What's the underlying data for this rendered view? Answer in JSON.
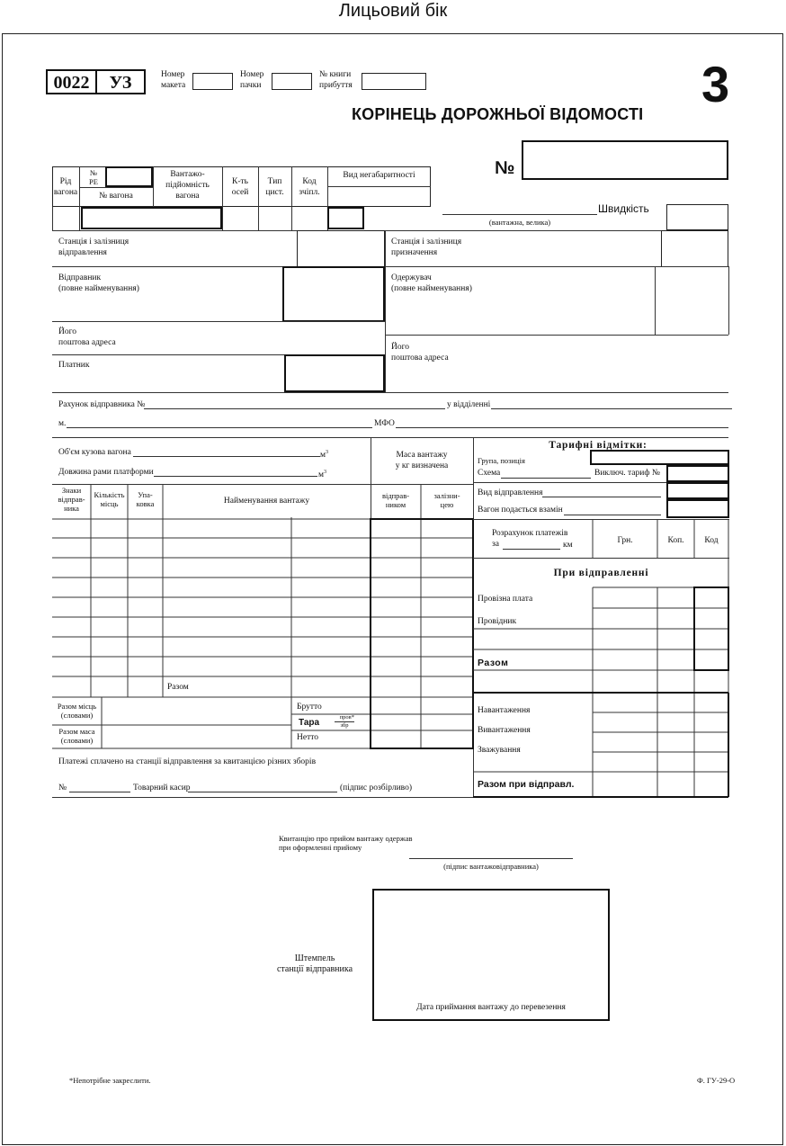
{
  "page_side": "Лицьовий бік",
  "header": {
    "code": "0022",
    "railway": "УЗ",
    "layout_no_label": "Номер\nмакета",
    "pack_no_label": "Номер\nпачки",
    "arrival_book_label": "№ книги\nприбуття",
    "copy_number": "3",
    "title": "КОРІНЕЦЬ ДОРОЖНЬОЇ  ВІДОМОСТІ",
    "no_sign": "№"
  },
  "wagon_table": {
    "kind_label": "Рід\nвагона",
    "pe_label": "№\nРЕ",
    "wagon_no_label": "№ вагона",
    "capacity_label": "Вантажо-\nпідйомність\nвагона",
    "axles_label": "К-ть\nосей",
    "tank_type_label": "Тип\nцист.",
    "coupling_code_label": "Код\nзчіпл.",
    "oversize_label": "Вид негабаритності"
  },
  "speed": {
    "label": "Швидкість",
    "hint": "(вантажна, велика)"
  },
  "parties": {
    "dep_station": "Станція і залізниця\nвідправлення",
    "dest_station": "Станція і залізниця\nпризначення",
    "sender": "Відправник\n(повне найменування)",
    "receiver": "Одержувач\n(повне найменування)",
    "address_left": "Його\nпоштова адреса",
    "address_right": "Його\nпоштова адреса",
    "payer": "Платник",
    "sender_account": "Рахунок відправника №",
    "branch": "у відділенні",
    "city": "м.",
    "mfo": "МФО"
  },
  "cargo": {
    "body_volume": "Об'єм кузова вагона",
    "frame_length": "Довжина рами платформи",
    "m3": "м",
    "mass_header": "Маса вантажу\nу кг визначена",
    "col_marks": "Знаки\nвідправ-\nника",
    "col_count": "Кількість\nмісць",
    "col_pack": "Упа-\nковка",
    "col_name": "Найменування вантажу",
    "col_by_sender": "відправ-\nником",
    "col_by_rail": "залізни-\nцею",
    "total": "Разом",
    "total_places": "Разом місць\n(словами)",
    "total_mass": "Разом маса\n(словами)",
    "gross": "Брутто",
    "tare": "Тара",
    "tare_top": "пров*",
    "tare_bottom": "збр",
    "net": "Нетто",
    "paid_note": "Платежі сплачено на станції відправлення за квитанцією різних зборів",
    "no": "№",
    "cashier": "Товарний касир",
    "signature_legible": "(підпис  розбірливо)"
  },
  "tariff": {
    "title": "Тарифні  відмітки:",
    "group": "Група, позиція",
    "scheme": "Схема",
    "excl_tariff": "Виключ. тариф №",
    "dispatch_type": "Вид відправлення",
    "wagon_instead": "Вагон подається взамін",
    "calc_label": "Розрахунок платежів\nза",
    "km": "км",
    "uah": "Грн.",
    "kop": "Коп.",
    "code": "Код",
    "on_dispatch": "При  відправленні",
    "fare": "Провізна плата",
    "escort": "Провідник",
    "subtotal": "Разом",
    "loading": "Навантаження",
    "unloading": "Вивантаження",
    "weighing": "Зважування",
    "total_dispatch": "Разом при відправл."
  },
  "footer": {
    "receipt_note": "Квитанцію про прийом вантажу одержав\nпри оформленні прийому",
    "shipper_signature": "(підпис  вантажовідправника)",
    "stamp_label": "Штемпель\nстанції відправника",
    "acceptance_date": "Дата приймання вантажу до перевезення",
    "strike_note": "*Непотрібне закреслити.",
    "form_code": "Ф. ГУ-29-О"
  }
}
